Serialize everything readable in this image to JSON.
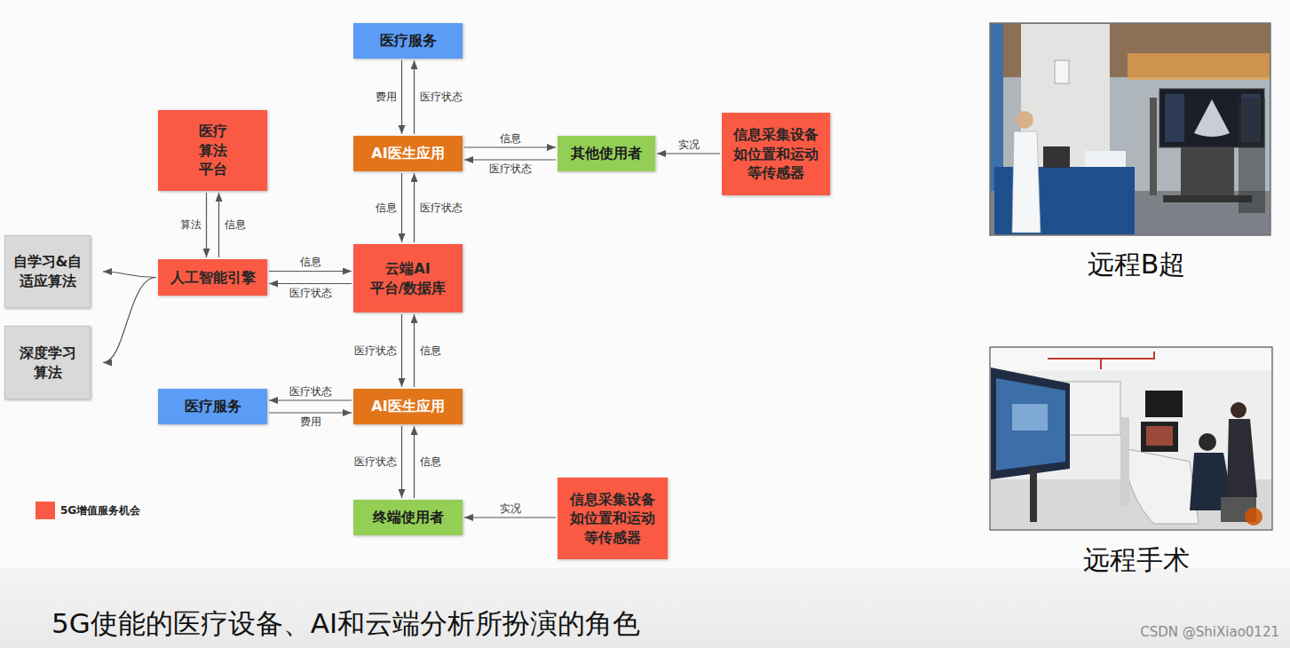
{
  "diagram": {
    "caption": "5G使能的医疗设备、AI和云端分析所扮演的角色",
    "nodes": [
      {
        "text": [
          "医疗服务"
        ]
      },
      {
        "text": [
          "医疗 算法 平台"
        ]
      },
      {
        "text": [
          "AI医生应用"
        ]
      },
      {
        "text": [
          "其他使用者"
        ]
      },
      {
        "text": [
          "信息采集设备 如位置和运动 等传感器"
        ]
      },
      {
        "text": [
          "自学习&自 适应算法"
        ]
      },
      {
        "text": [
          "人工智能引擎"
        ]
      },
      {
        "text": [
          "云端AI 平台/数据库"
        ]
      },
      {
        "text": [
          "深度学习 算法"
        ]
      },
      {
        "text": [
          "医疗服务"
        ]
      },
      {
        "text": [
          "AI医生应用"
        ]
      },
      {
        "text": [
          "终端使用者"
        ]
      },
      {
        "text": [
          "信息采集设备 如位置和运动 等传感器"
        ]
      }
    ],
    "edges": [
      {
        "from": 0,
        "to": 2,
        "label": "费用",
        "arrow": "to"
      },
      {
        "from": 2,
        "to": 0,
        "label": "医疗状态",
        "arrow": "to"
      },
      {
        "from": 2,
        "to": 3,
        "label": "信息",
        "arrow": "to"
      },
      {
        "from": 3,
        "to": 2,
        "label": "医疗状态",
        "arrow": "to"
      },
      {
        "from": 4,
        "to": 3,
        "label": "实况",
        "arrow": "to"
      },
      {
        "from": 1,
        "to": 6,
        "label": "算法",
        "arrow": "to"
      },
      {
        "from": 6,
        "to": 1,
        "label": "信息",
        "arrow": "to"
      },
      {
        "from": 6,
        "to": 7,
        "label": "信息",
        "arrow": "to"
      },
      {
        "from": 7,
        "to": 6,
        "label": "医疗状态",
        "arrow": "to"
      },
      {
        "from": 6,
        "to": 5,
        "arrow": "to"
      },
      {
        "from": 6,
        "to": 8,
        "arrow": "to"
      },
      {
        "from": 2,
        "to": 7,
        "label": "信息",
        "arrow": "to"
      },
      {
        "from": 7,
        "to": 2,
        "label": "医疗状态",
        "arrow": "to"
      },
      {
        "from": 7,
        "to": 10,
        "label": "医疗状态",
        "arrow": "to"
      },
      {
        "from": 10,
        "to": 7,
        "label": "信息",
        "arrow": "to"
      },
      {
        "from": 10,
        "to": 9,
        "label": "医疗状态",
        "arrow": "to"
      },
      {
        "from": 9,
        "to": 10,
        "label": "费用",
        "arrow": "to"
      },
      {
        "from": 10,
        "to": 11,
        "label": "医疗状态",
        "arrow": "to"
      },
      {
        "from": 11,
        "to": 10,
        "label": "信息",
        "arrow": "to"
      },
      {
        "from": 12,
        "to": 11,
        "label": "实况",
        "arrow": "to"
      }
    ],
    "labels": [
      "远程B超",
      "远程手术",
      "CSDN @ShiXiao0121"
    ],
    "legend": [
      {
        "text": "5G增值服务机会",
        "color": "#fa5a44"
      }
    ]
  }
}
